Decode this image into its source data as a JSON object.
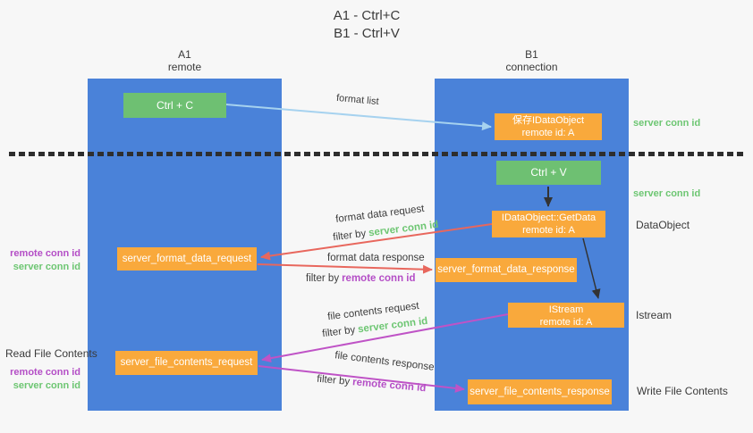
{
  "title": {
    "line1": "A1 - Ctrl+C",
    "line2": "B1 - Ctrl+V"
  },
  "columns": {
    "left": {
      "id": "A1",
      "name": "remote"
    },
    "right": {
      "id": "B1",
      "name": "connection"
    }
  },
  "nodes": {
    "ctrl_c": "Ctrl + C",
    "ctrl_v": "Ctrl + V",
    "save_dataobject": {
      "line1": "保存IDataObject",
      "line2": "remote id: A"
    },
    "getdata": {
      "line1": "IDataObject::GetData",
      "line2": "remote id: A"
    },
    "istream": {
      "line1": "IStream",
      "line2": "remote id: A"
    },
    "format_request": "server_format_data_request",
    "format_response": "server_format_data_response",
    "file_request": "server_file_contents_request",
    "file_response": "server_file_contents_response"
  },
  "flow_labels": {
    "format_list": "format list",
    "format_data_request": "format data request",
    "filter_server_1": {
      "prefix": "filter by",
      "value": "server conn id"
    },
    "format_data_response": "format data response",
    "filter_remote_1": {
      "prefix": "filter by",
      "value": "remote conn id"
    },
    "file_contents_request": "file contents request",
    "filter_server_2": {
      "prefix": "filter by",
      "value": "server conn id"
    },
    "file_contents_response": "file contents response",
    "filter_remote_2": {
      "prefix": "filter by",
      "value": "remote conn id"
    }
  },
  "side_labels": {
    "server_conn_top": "server conn id",
    "server_conn_mid": "server conn id",
    "dataobject": "DataObject",
    "istream": "Istream",
    "write_file_contents": "Write File Contents",
    "read_file_contents": "Read File Contents",
    "left_remote_conn_1": "remote conn id",
    "left_server_conn_1": "server conn id",
    "left_remote_conn_2": "remote conn id",
    "left_server_conn_2": "server conn id"
  },
  "colors": {
    "background": "#f7f7f7",
    "column_blue": "#4a82d9",
    "box_green": "#6ec072",
    "box_orange": "#f9a93c",
    "arrow_lightblue": "#a6d2ef",
    "arrow_red": "#e8675d",
    "arrow_magenta": "#bf53c6",
    "arrow_black": "#333333",
    "text_green": "#6dc672",
    "text_purple": "#b44ec6"
  }
}
